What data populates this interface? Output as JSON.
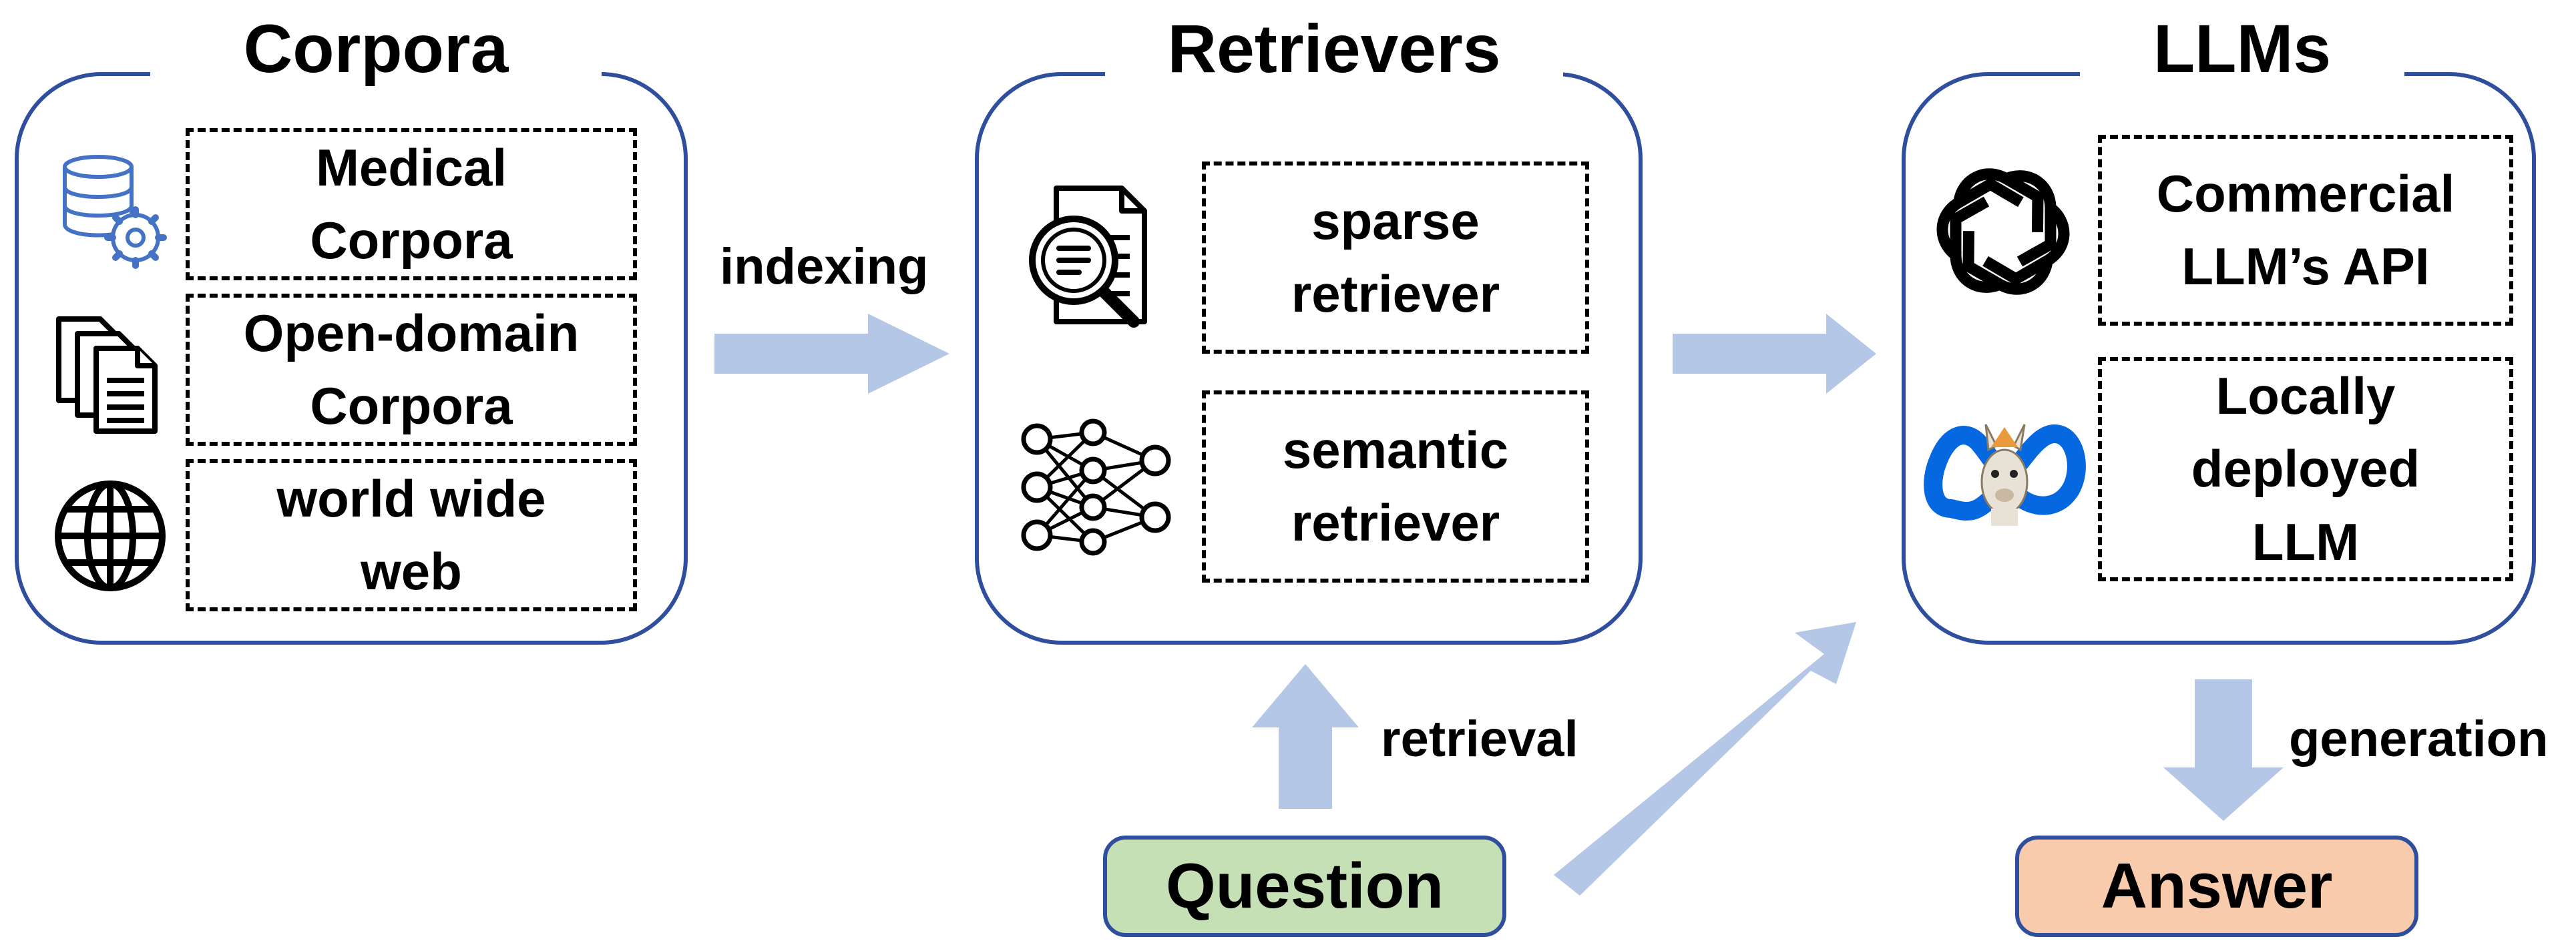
{
  "sections": {
    "corpora": {
      "title": "Corpora",
      "items": [
        "Medical\nCorpora",
        "Open-domain\nCorpora",
        "world wide\nweb"
      ]
    },
    "retrievers": {
      "title": "Retrievers",
      "items": [
        "sparse\nretriever",
        "semantic\nretriever"
      ]
    },
    "llms": {
      "title": "LLMs",
      "items": [
        "Commercial\nLLM’s API",
        "Locally\ndeployed\nLLM"
      ]
    }
  },
  "edges": {
    "indexing": "indexing",
    "retrieval": "retrieval",
    "generation": "generation"
  },
  "nodes": {
    "question": "Question",
    "answer": "Answer"
  },
  "colors": {
    "panel_border": "#2F4F9E",
    "arrow": "#B4C7E7",
    "question_fill": "#C5E0B4",
    "answer_fill": "#F8CBAD",
    "icon_blue": "#4472C4",
    "meta_blue": "#0668E1"
  },
  "icons": [
    "database-gear-icon",
    "documents-icon",
    "globe-icon",
    "document-search-icon",
    "neural-network-icon",
    "openai-logo-icon",
    "llama-logo-icon"
  ]
}
